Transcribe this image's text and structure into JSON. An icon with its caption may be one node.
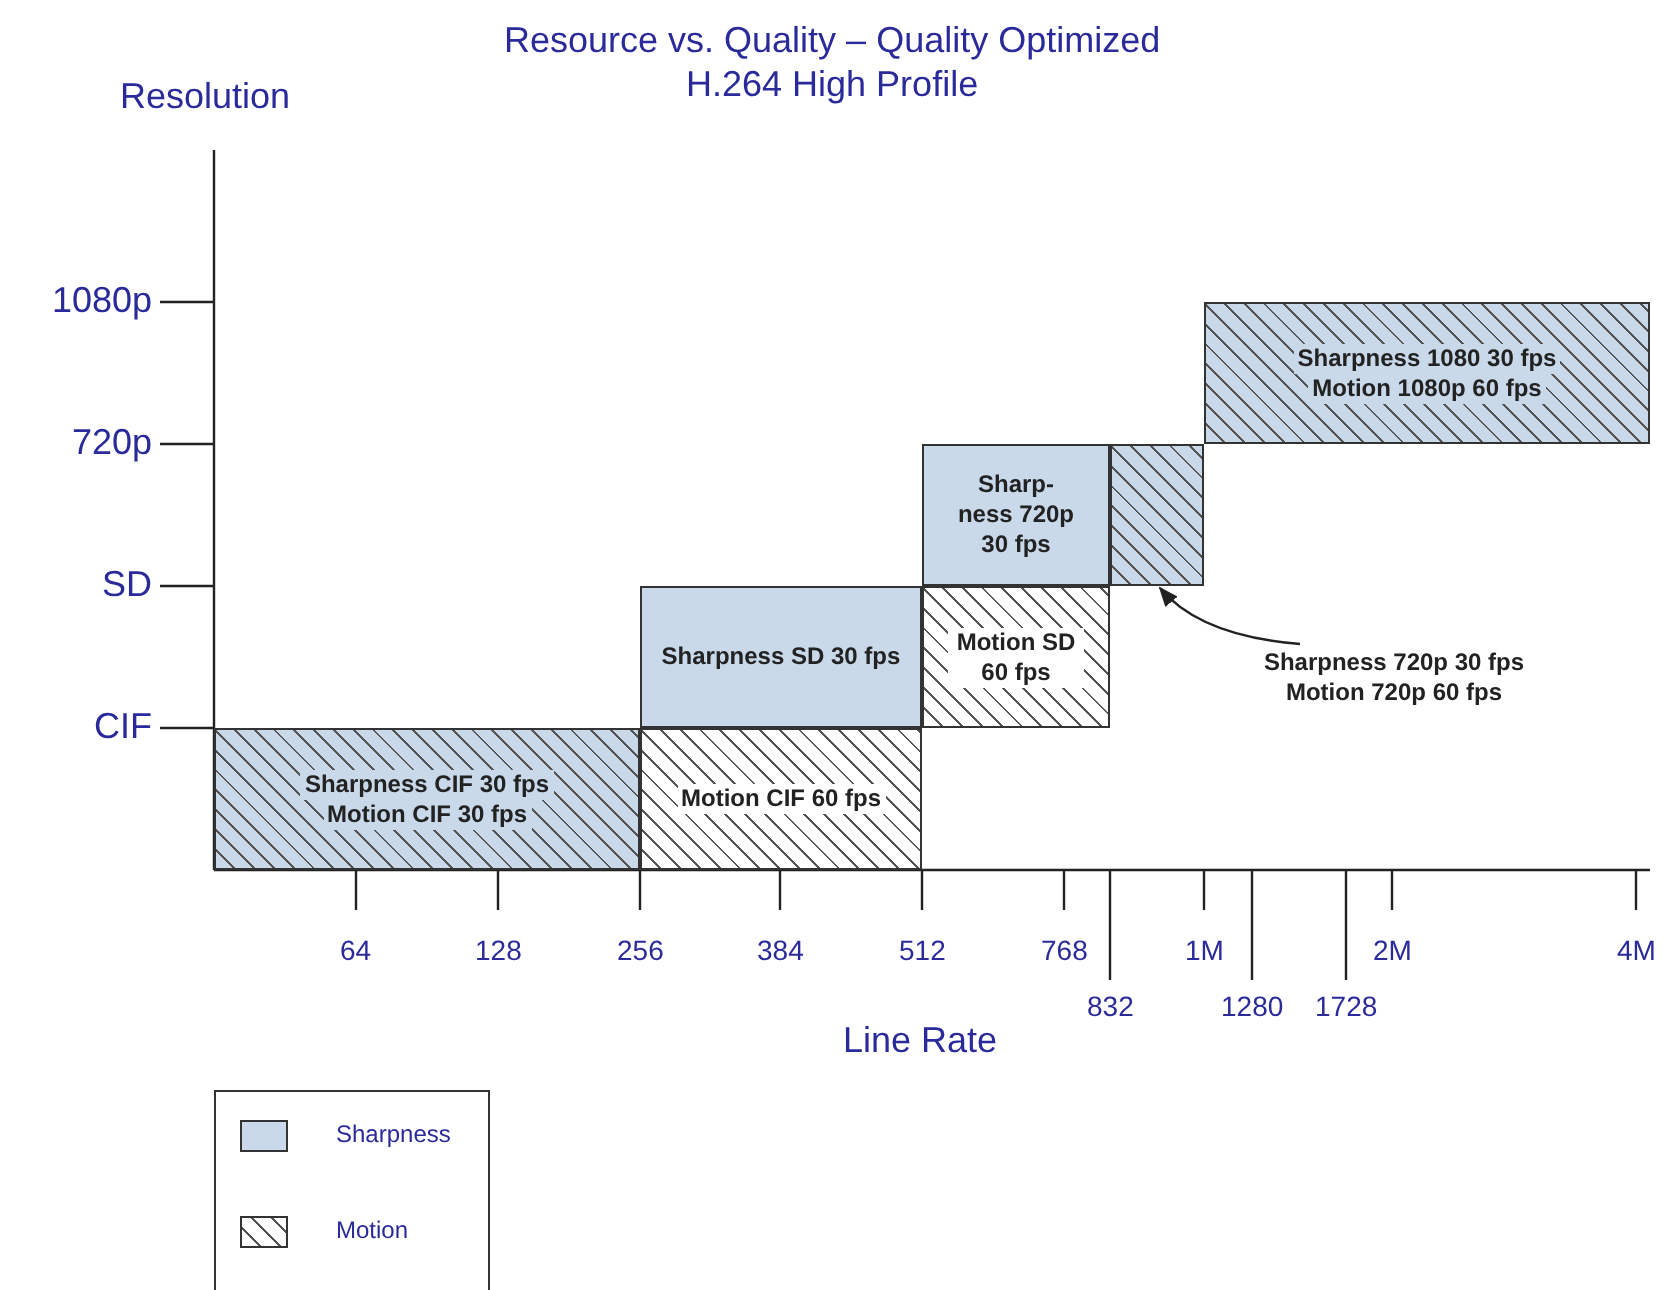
{
  "diagram": {
    "title": "Resource vs. Quality – Quality Optimized",
    "nodes": [
      {
        "text": [
          "Sharpness CIF 30 fps",
          "Motion CIF 30 fps"
        ]
      },
      {
        "text": [
          "Motion CIF 60 fps"
        ]
      },
      {
        "text": [
          "Sharpness SD 30 fps"
        ]
      },
      {
        "text": [
          "Motion SD 60 fps"
        ]
      },
      {
        "text": [
          "Sharp- ness 720p 30 fps"
        ]
      },
      {
        "text": [],
        "shape": "box"
      },
      {
        "text": [
          "Sharpness 1080 30 fps",
          "Motion 1080p 60 fps"
        ]
      },
      {
        "text": [
          "Sharpness 720p 30 fps",
          "Motion 720p 60 fps"
        ]
      }
    ],
    "edges": [
      {
        "from": 7,
        "to": 5,
        "arrow": "to"
      }
    ],
    "labels": [
      "Resolution",
      "H.264 High Profile",
      "1080p",
      "720p",
      "SD",
      "CIF",
      "64",
      "128",
      "256",
      "384",
      "512",
      "768",
      "832",
      "1M",
      "1280",
      "1728",
      "2M",
      "4M",
      "Line Rate"
    ],
    "legend": [
      {
        "text": "Sharpness",
        "color": "#c9d9e9"
      },
      {
        "text": "Motion"
      }
    ]
  }
}
